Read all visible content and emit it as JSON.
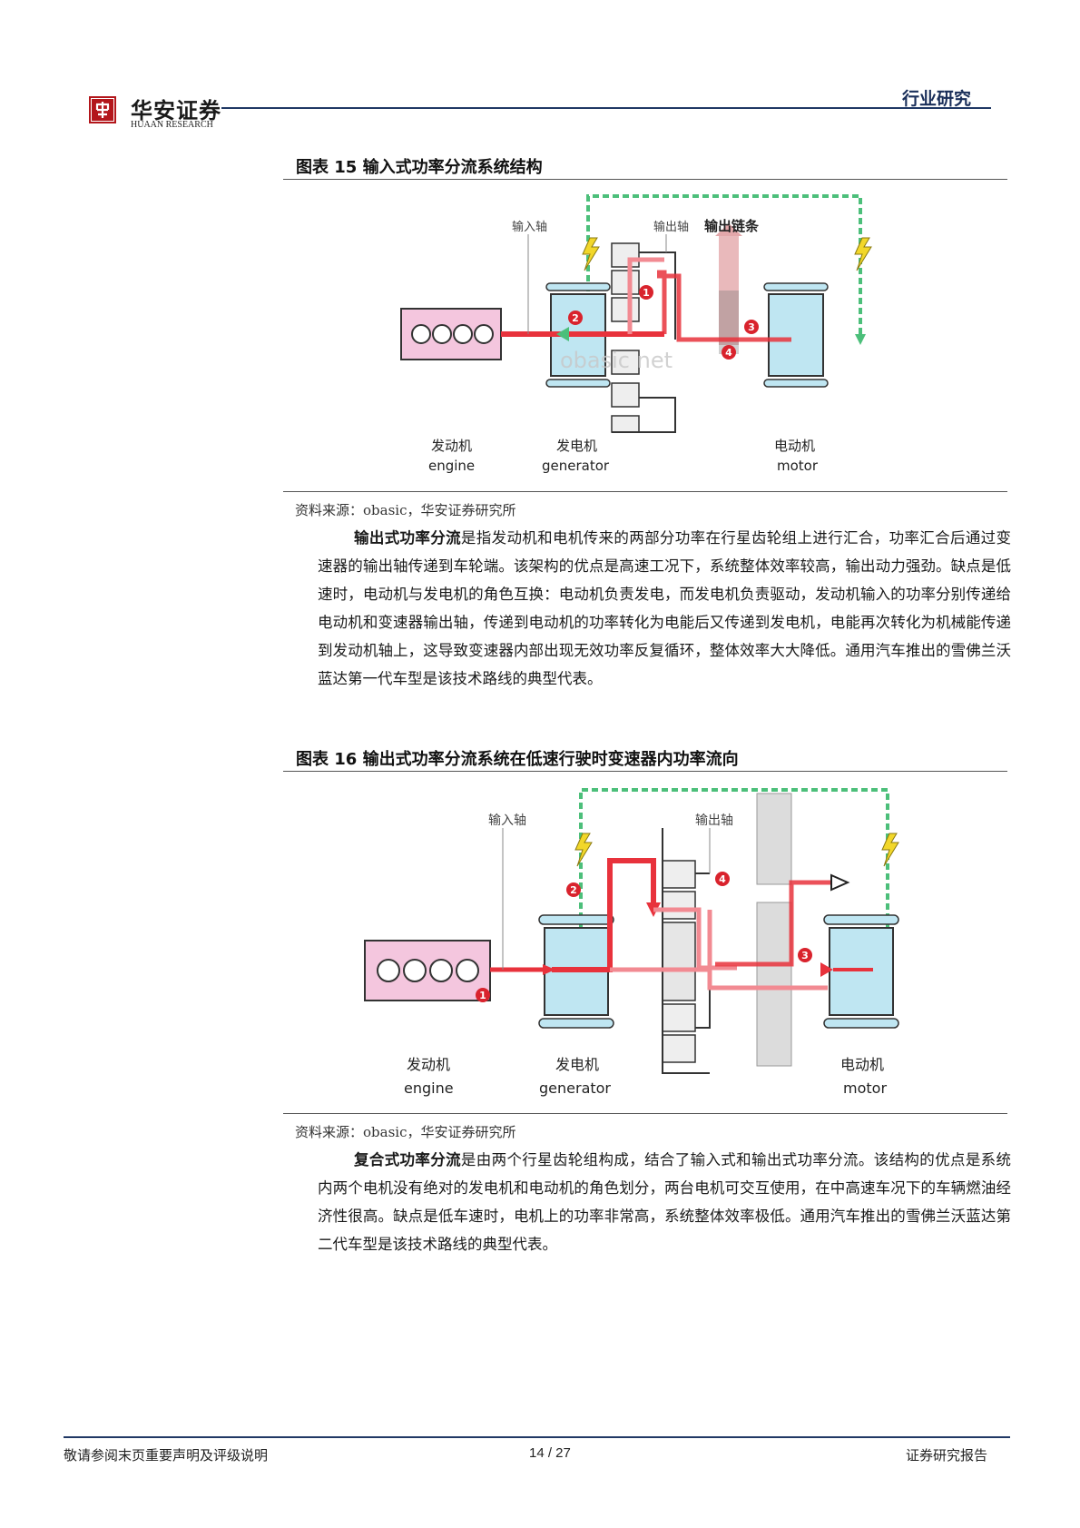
{
  "header": {
    "brand_name": "华安证券",
    "brand_en": "HUAAN RESEARCH",
    "section_tag": "行业研究"
  },
  "figure15": {
    "title": "图表 15  输入式功率分流系统结构",
    "labels": {
      "input_shaft": "输入轴",
      "output_shaft": "输出轴",
      "output_chain": "输出链条",
      "engine_cn": "发动机",
      "engine_en": "engine",
      "generator_cn": "发电机",
      "generator_en": "generator",
      "motor_cn": "电动机",
      "motor_en": "motor",
      "watermark": "obasic net"
    },
    "badges": [
      "1",
      "2",
      "3",
      "4"
    ],
    "source": "资料来源：obasic，华安证券研究所"
  },
  "para1": {
    "lead": "输出式功率分流",
    "text": "是指发动机和电机传来的两部分功率在行星齿轮组上进行汇合，功率汇合后通过变速器的输出轴传递到车轮端。该架构的优点是高速工况下，系统整体效率较高，输出动力强劲。缺点是低速时，电动机与发电机的角色互换：电动机负责发电，而发电机负责驱动，发动机输入的功率分别传递给电动机和变速器输出轴，传递到电动机的功率转化为电能后又传递到发电机，电能再次转化为机械能传递到发动机轴上，这导致变速器内部出现无效功率反复循环，整体效率大大降低。通用汽车推出的雪佛兰沃蓝达第一代车型是该技术路线的典型代表。"
  },
  "figure16": {
    "title": "图表 16  输出式功率分流系统在低速行驶时变速器内功率流向",
    "labels": {
      "input_shaft": "输入轴",
      "output_shaft": "输出轴",
      "engine_cn": "发动机",
      "engine_en": "engine",
      "generator_cn": "发电机",
      "generator_en": "generator",
      "motor_cn": "电动机",
      "motor_en": "motor"
    },
    "badges": [
      "1",
      "2",
      "3",
      "4"
    ],
    "source": "资料来源：obasic，华安证券研究所"
  },
  "para2": {
    "lead": "复合式功率分流",
    "text": "是由两个行星齿轮组构成，结合了输入式和输出式功率分流。该结构的优点是系统内两个电机没有绝对的发电机和电动机的角色划分，两台电机可交互使用，在中高速车况下的车辆燃油经济性很高。缺点是低车速时，电机上的功率非常高，系统整体效率极低。通用汽车推出的雪佛兰沃蓝达第二代车型是该技术路线的典型代表。"
  },
  "footer": {
    "disclaimer": "敬请参阅末页重要声明及评级说明",
    "page": "14 / 27",
    "report_type": "证券研究报告"
  },
  "colors": {
    "brand_red": "#b3161b",
    "navy": "#203864",
    "power_red": "#e8323c",
    "power_pink": "#f28a92",
    "electric_green": "#4cbf7a",
    "engine_fill": "#f4c6de",
    "machine_fill": "#bfe6f2"
  }
}
